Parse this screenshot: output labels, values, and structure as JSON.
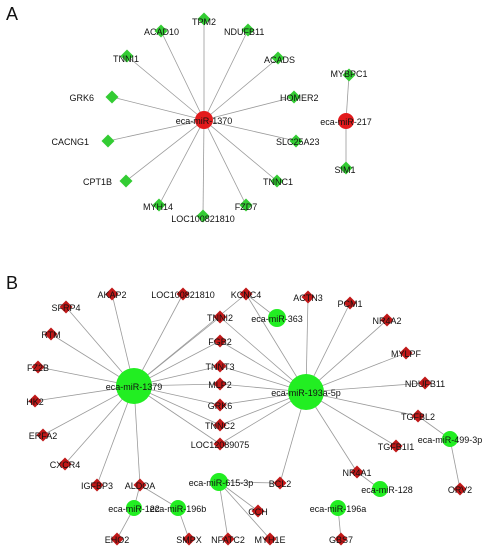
{
  "panels": [
    {
      "label": "A",
      "colors": {
        "mirna": "#e31a1c",
        "gene": "#33cc33"
      },
      "hubs": [
        {
          "id": "a_m370",
          "label": "eca-miR-1370"
        },
        {
          "id": "a_m217",
          "label": "eca-miR-217"
        }
      ],
      "genes": [
        {
          "id": "a_tpm2",
          "label": "TPM2"
        },
        {
          "id": "a_acad10",
          "label": "ACAD10"
        },
        {
          "id": "a_ndufb11",
          "label": "NDUFB11"
        },
        {
          "id": "a_tnni1",
          "label": "TNNI1"
        },
        {
          "id": "a_acads",
          "label": "ACADS"
        },
        {
          "id": "a_grk6",
          "label": "GRK6"
        },
        {
          "id": "a_homer2",
          "label": "HOMER2"
        },
        {
          "id": "a_cacng1",
          "label": "CACNG1"
        },
        {
          "id": "a_slc25a23",
          "label": "SLC25A23"
        },
        {
          "id": "a_cpt1b",
          "label": "CPT1B"
        },
        {
          "id": "a_tnnc1",
          "label": "TNNC1"
        },
        {
          "id": "a_myh14",
          "label": "MYH14"
        },
        {
          "id": "a_fzd7",
          "label": "FZD7"
        },
        {
          "id": "a_loc100821810",
          "label": "LOC100821810"
        },
        {
          "id": "a_mybpc1",
          "label": "MYBPC1"
        },
        {
          "id": "a_sim1",
          "label": "SIM1"
        }
      ],
      "edges": [
        [
          "a_m370",
          "a_tpm2"
        ],
        [
          "a_m370",
          "a_acad10"
        ],
        [
          "a_m370",
          "a_ndufb11"
        ],
        [
          "a_m370",
          "a_tnni1"
        ],
        [
          "a_m370",
          "a_acads"
        ],
        [
          "a_m370",
          "a_grk6"
        ],
        [
          "a_m370",
          "a_homer2"
        ],
        [
          "a_m370",
          "a_cacng1"
        ],
        [
          "a_m370",
          "a_slc25a23"
        ],
        [
          "a_m370",
          "a_cpt1b"
        ],
        [
          "a_m370",
          "a_tnnc1"
        ],
        [
          "a_m370",
          "a_myh14"
        ],
        [
          "a_m370",
          "a_fzd7"
        ],
        [
          "a_m370",
          "a_loc100821810"
        ],
        [
          "a_m217",
          "a_mybpc1"
        ],
        [
          "a_m217",
          "a_sim1"
        ]
      ]
    },
    {
      "label": "B",
      "colors": {
        "mirna": "#22ee22",
        "gene": "#c01818"
      },
      "hubs": [
        {
          "id": "b_m1379",
          "label": "eca-miR-1379"
        },
        {
          "id": "b_m193",
          "label": "eca-miR-193a-5p"
        },
        {
          "id": "b_m363",
          "label": "eca-miR-363"
        },
        {
          "id": "b_m499",
          "label": "eca-miR-499-3p"
        },
        {
          "id": "b_m128",
          "label": "eca-miR-128"
        },
        {
          "id": "b_m615",
          "label": "eca-miR-615-3p"
        },
        {
          "id": "b_m196a",
          "label": "eca-miR-196a"
        },
        {
          "id": "b_m122",
          "label": "eca-miR-122"
        },
        {
          "id": "b_m196b",
          "label": "eca-miR-196b"
        }
      ],
      "genes": [
        {
          "id": "b_akap2",
          "label": "AKAP2"
        },
        {
          "id": "b_loc100821810",
          "label": "LOC100821810"
        },
        {
          "id": "b_kcnc4",
          "label": "KCNC4"
        },
        {
          "id": "b_sfrp4",
          "label": "SFRP4"
        },
        {
          "id": "b_actn3",
          "label": "ACTN3"
        },
        {
          "id": "b_pcm1",
          "label": "PCM1"
        },
        {
          "id": "b_nr4a2",
          "label": "NR4A2"
        },
        {
          "id": "b_tnni2",
          "label": "TNNI2"
        },
        {
          "id": "b_rtm",
          "label": "RTM"
        },
        {
          "id": "b_fgb2",
          "label": "FGB2"
        },
        {
          "id": "b_fz2b",
          "label": "FZ2B"
        },
        {
          "id": "b_tnnt3",
          "label": "TNNT3"
        },
        {
          "id": "b_mylpf",
          "label": "MYLPF"
        },
        {
          "id": "b_mlp2",
          "label": "MLP2"
        },
        {
          "id": "b_ndufb11",
          "label": "NDUFB11"
        },
        {
          "id": "b_hk2",
          "label": "HK2"
        },
        {
          "id": "b_grk6",
          "label": "GRK6"
        },
        {
          "id": "b_tgfbl2",
          "label": "TGFBL2"
        },
        {
          "id": "b_erfa2",
          "label": "ERFA2"
        },
        {
          "id": "b_tnnc2",
          "label": "TNNC2"
        },
        {
          "id": "b_tgfb1l1",
          "label": "TGFB1I1"
        },
        {
          "id": "b_loc12089075",
          "label": "LOC12089075"
        },
        {
          "id": "b_cxcr4",
          "label": "CXCR4"
        },
        {
          "id": "b_nr4a1",
          "label": "NR4A1"
        },
        {
          "id": "b_igfbp3",
          "label": "IGFBP3"
        },
        {
          "id": "b_aldoa",
          "label": "ALDOA"
        },
        {
          "id": "b_bcl2",
          "label": "BCL2"
        },
        {
          "id": "b_orv2",
          "label": "ORV2"
        },
        {
          "id": "b_cch",
          "label": "CCH"
        },
        {
          "id": "b_eho2",
          "label": "EHO2"
        },
        {
          "id": "b_smpx",
          "label": "SMPX"
        },
        {
          "id": "b_nfatc2",
          "label": "NFATC2"
        },
        {
          "id": "b_myh1e",
          "label": "MYH1E"
        },
        {
          "id": "b_gbs7",
          "label": "GBS7"
        }
      ],
      "edges": [
        [
          "b_m1379",
          "b_akap2"
        ],
        [
          "b_m1379",
          "b_loc100821810"
        ],
        [
          "b_m1379",
          "b_kcnc4"
        ],
        [
          "b_m1379",
          "b_sfrp4"
        ],
        [
          "b_m1379",
          "b_tnni2"
        ],
        [
          "b_m1379",
          "b_rtm"
        ],
        [
          "b_m1379",
          "b_fgb2"
        ],
        [
          "b_m1379",
          "b_fz2b"
        ],
        [
          "b_m1379",
          "b_tnnt3"
        ],
        [
          "b_m1379",
          "b_mlp2"
        ],
        [
          "b_m1379",
          "b_hk2"
        ],
        [
          "b_m1379",
          "b_grk6"
        ],
        [
          "b_m1379",
          "b_erfa2"
        ],
        [
          "b_m1379",
          "b_tnnc2"
        ],
        [
          "b_m1379",
          "b_cxcr4"
        ],
        [
          "b_m1379",
          "b_loc12089075"
        ],
        [
          "b_m1379",
          "b_igfbp3"
        ],
        [
          "b_m1379",
          "b_aldoa"
        ],
        [
          "b_m193",
          "b_kcnc4"
        ],
        [
          "b_m193",
          "b_actn3"
        ],
        [
          "b_m193",
          "b_pcm1"
        ],
        [
          "b_m193",
          "b_nr4a2"
        ],
        [
          "b_m193",
          "b_tnni2"
        ],
        [
          "b_m193",
          "b_fgb2"
        ],
        [
          "b_m193",
          "b_tnnt3"
        ],
        [
          "b_m193",
          "b_mylpf"
        ],
        [
          "b_m193",
          "b_mlp2"
        ],
        [
          "b_m193",
          "b_ndufb11"
        ],
        [
          "b_m193",
          "b_grk6"
        ],
        [
          "b_m193",
          "b_tgfbl2"
        ],
        [
          "b_m193",
          "b_tnnc2"
        ],
        [
          "b_m193",
          "b_tgfb1l1"
        ],
        [
          "b_m193",
          "b_loc12089075"
        ],
        [
          "b_m193",
          "b_nr4a1"
        ],
        [
          "b_m193",
          "b_bcl2"
        ],
        [
          "b_m363",
          "b_kcnc4"
        ],
        [
          "b_m499",
          "b_tgfbl2"
        ],
        [
          "b_m499",
          "b_orv2"
        ],
        [
          "b_m128",
          "b_nr4a1"
        ],
        [
          "b_m615",
          "b_bcl2"
        ],
        [
          "b_m615",
          "b_cch"
        ],
        [
          "b_m615",
          "b_nfatc2"
        ],
        [
          "b_m615",
          "b_myh1e"
        ],
        [
          "b_m196a",
          "b_gbs7"
        ],
        [
          "b_m122",
          "b_aldoa"
        ],
        [
          "b_m122",
          "b_eho2"
        ],
        [
          "b_m196b",
          "b_aldoa"
        ],
        [
          "b_m196b",
          "b_smpx"
        ]
      ]
    }
  ]
}
